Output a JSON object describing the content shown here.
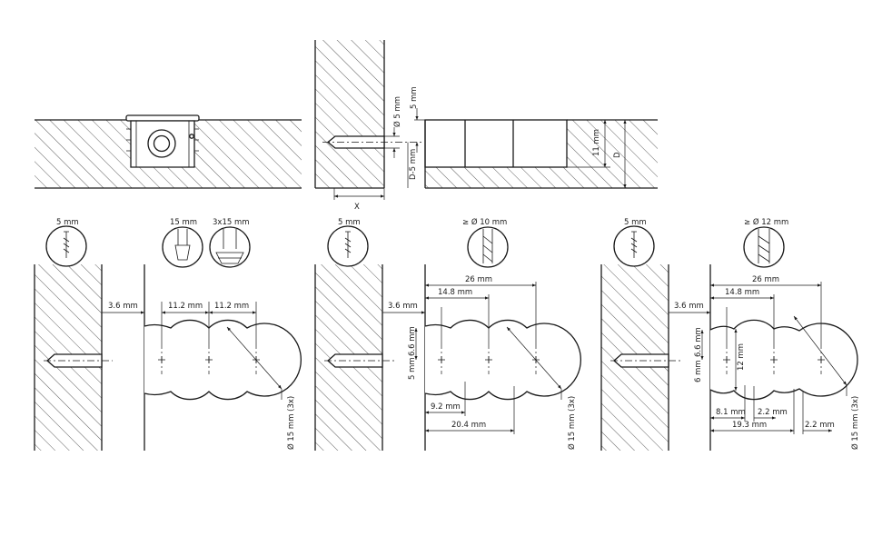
{
  "labels": {
    "t_phi5": "Ø 5 mm",
    "t_5mm_v": "5 mm",
    "t_d5": "D-5 mm",
    "t_x": "X",
    "t_11mm": "11 mm",
    "t_d": "D",
    "a_drill1": "5 mm",
    "a_drill2": "15 mm",
    "a_drill3": "3x15 mm",
    "a_36": "3.6 mm",
    "a_112a": "11.2 mm",
    "a_112b": "11.2 mm",
    "a_phi15": "Ø 15 mm (3x)",
    "b_drill1": "5 mm",
    "b_drill2": "≥ Ø 10 mm",
    "b_36": "3.6 mm",
    "b_26": "26 mm",
    "b_148": "14.8 mm",
    "b_66": "6.6 mm",
    "b_5v": "5 mm",
    "b_92": "9.2 mm",
    "b_204": "20.4 mm",
    "b_phi15": "Ø 15 mm (3x)",
    "c_drill1": "5 mm",
    "c_drill2": "≥ Ø 12 mm",
    "c_36": "3.6 mm",
    "c_26": "26 mm",
    "c_148": "14.8 mm",
    "c_66": "6.6 mm",
    "c_12": "12 mm",
    "c_6": "6 mm",
    "c_81": "8.1 mm",
    "c_22a": "2.2 mm",
    "c_193": "19.3 mm",
    "c_22b": "2.2 mm",
    "c_phi15": "Ø 15 mm (3x)"
  }
}
